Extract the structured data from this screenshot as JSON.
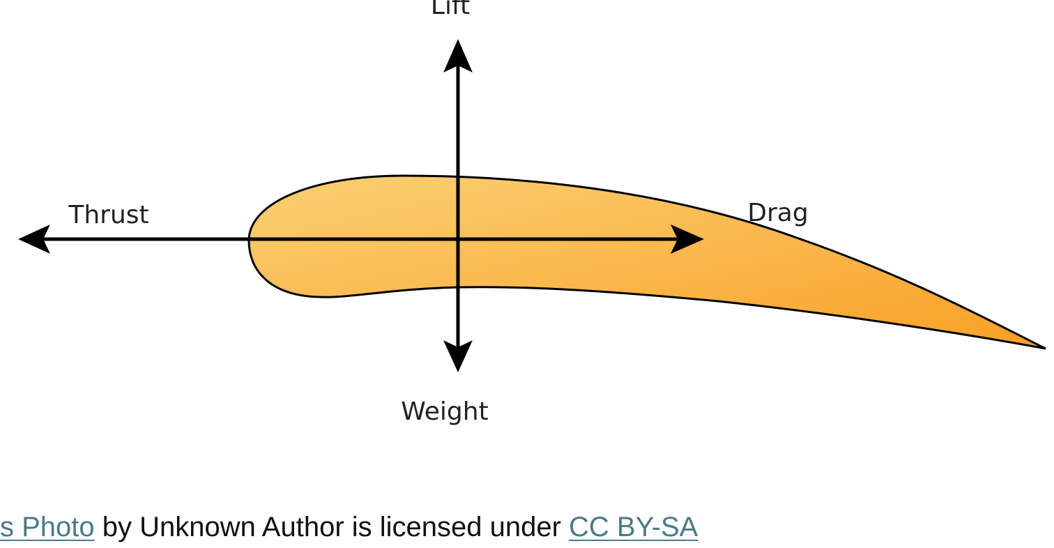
{
  "diagram": {
    "labels": {
      "lift": "Lift",
      "weight": "Weight",
      "thrust": "Thrust",
      "drag": "Drag"
    },
    "colors": {
      "airfoil_fill_light": "#f9cf6b",
      "airfoil_fill_dark": "#f9a22a",
      "stroke": "#000000",
      "label_text": "#222222"
    }
  },
  "caption": {
    "link_text": "s Photo",
    "middle_text": " by Unknown Author is licensed under ",
    "license_text": "CC BY-SA",
    "link_color": "#4a7a86"
  }
}
